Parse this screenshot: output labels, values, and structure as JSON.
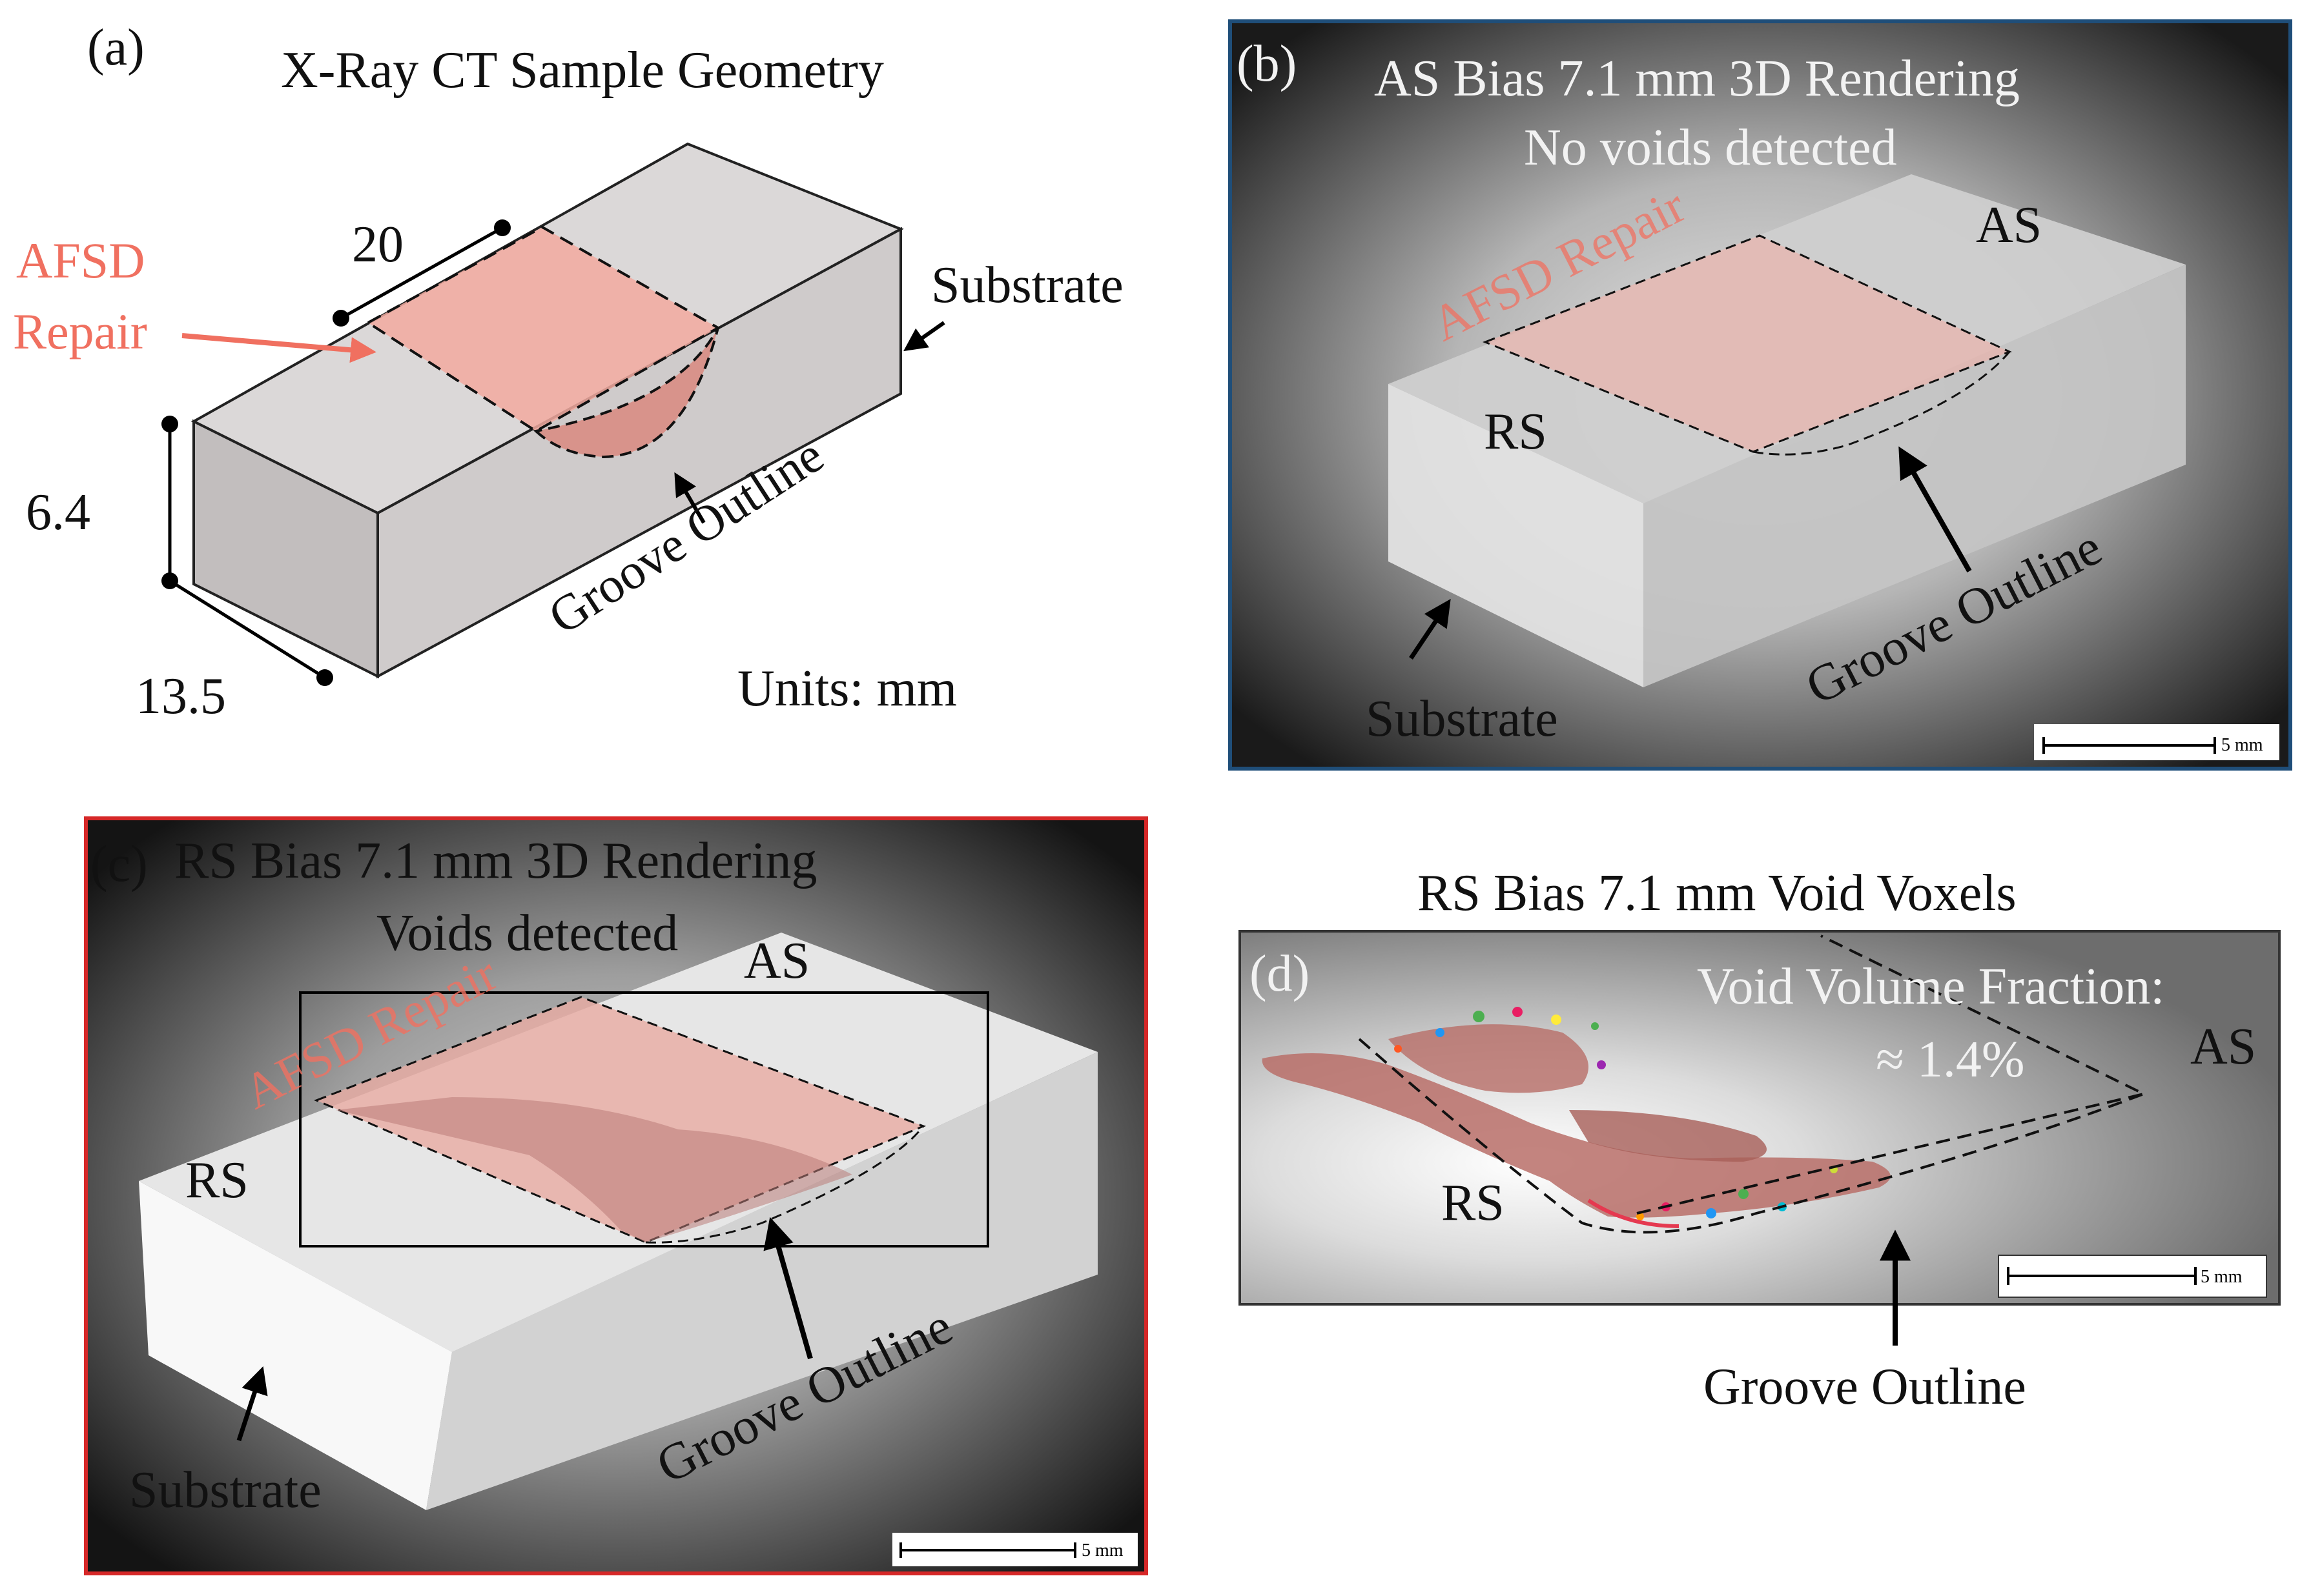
{
  "panel_a": {
    "letter": "(a)",
    "title": "X-Ray CT Sample Geometry",
    "repair_label_1": "AFSD",
    "repair_label_2": "Repair",
    "substrate_label": "Substrate",
    "groove_label": "Groove Outline",
    "dim_length": "20",
    "dim_height": "6.4",
    "dim_width": "13.5",
    "units": "Units: mm",
    "colors": {
      "repair": "#f0a59a",
      "repair_text": "#f07060",
      "block_top": "#d9d6d6",
      "block_front": "#c6c2c2"
    }
  },
  "panel_b": {
    "letter": "(b)",
    "title": "AS Bias 7.1 mm 3D Rendering",
    "subtitle": "No voids detected",
    "repair_label": "AFSD Repair",
    "as_label": "AS",
    "rs_label": "RS",
    "groove_label": "Groove Outline",
    "substrate_label": "Substrate",
    "scale_label": "5 mm",
    "border_color": "#1f4e79"
  },
  "panel_c": {
    "letter": "(c)",
    "title": "RS Bias 7.1 mm 3D Rendering",
    "subtitle": "Voids detected",
    "repair_label": "AFSD Repair",
    "as_label": "AS",
    "rs_label": "RS",
    "groove_label": "Groove Outline",
    "substrate_label": "Substrate",
    "scale_label": "5 mm",
    "border_color": "#d62828"
  },
  "panel_d": {
    "letter": "(d)",
    "title": "RS Bias 7.1 mm Void Voxels",
    "fraction_label": "Void Volume Fraction:",
    "fraction_value": "≈ 1.4%",
    "as_label": "AS",
    "rs_label": "RS",
    "groove_label": "Groove Outline",
    "scale_label": "5 mm"
  }
}
